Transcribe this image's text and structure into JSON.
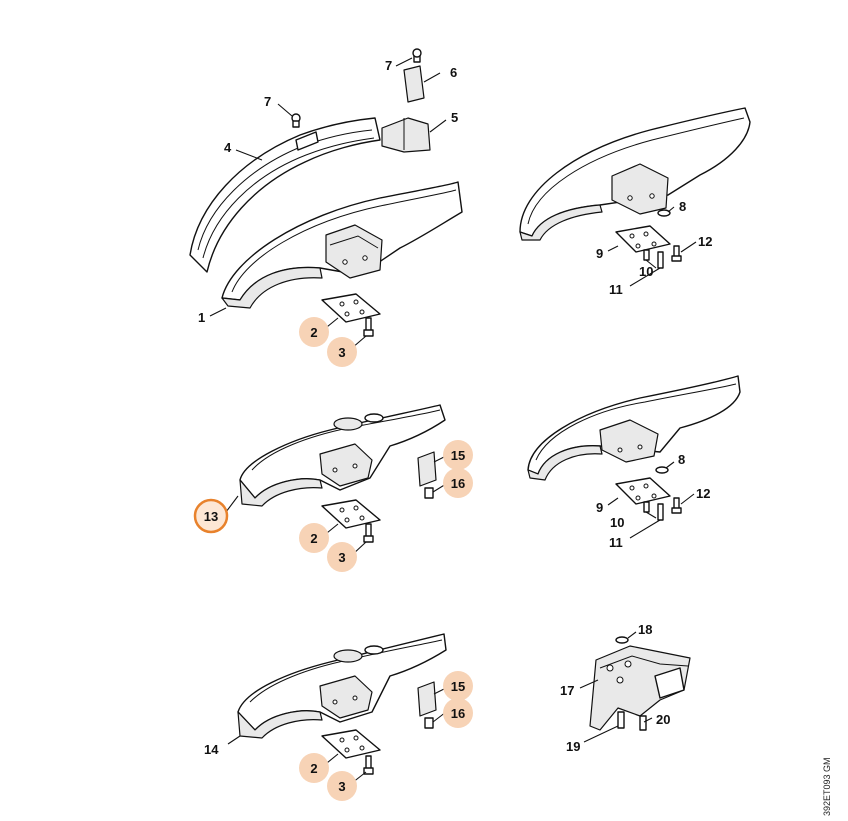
{
  "diagram_code": "392ET093 GM",
  "colors": {
    "highlight_fill": "#f7d3b6",
    "selected_stroke": "#e8822c",
    "selected_fill": "#fde7d5"
  },
  "callouts": [
    {
      "id": "c7a",
      "text": "7",
      "style": "plain"
    },
    {
      "id": "c6",
      "text": "6",
      "style": "plain"
    },
    {
      "id": "c7b",
      "text": "7",
      "style": "plain"
    },
    {
      "id": "c5",
      "text": "5",
      "style": "plain"
    },
    {
      "id": "c4",
      "text": "4",
      "style": "plain"
    },
    {
      "id": "c1",
      "text": "1",
      "style": "plain"
    },
    {
      "id": "c2a",
      "text": "2",
      "style": "highlight"
    },
    {
      "id": "c3a",
      "text": "3",
      "style": "highlight"
    },
    {
      "id": "c8a",
      "text": "8",
      "style": "plain"
    },
    {
      "id": "c9a",
      "text": "9",
      "style": "plain"
    },
    {
      "id": "c12a",
      "text": "12",
      "style": "plain"
    },
    {
      "id": "c10a",
      "text": "10",
      "style": "plain"
    },
    {
      "id": "c11a",
      "text": "11",
      "style": "plain"
    },
    {
      "id": "c15a",
      "text": "15",
      "style": "highlight"
    },
    {
      "id": "c16a",
      "text": "16",
      "style": "highlight"
    },
    {
      "id": "c13",
      "text": "13",
      "style": "selected"
    },
    {
      "id": "c2b",
      "text": "2",
      "style": "highlight"
    },
    {
      "id": "c3b",
      "text": "3",
      "style": "highlight"
    },
    {
      "id": "c8b",
      "text": "8",
      "style": "plain"
    },
    {
      "id": "c9b",
      "text": "9",
      "style": "plain"
    },
    {
      "id": "c12b",
      "text": "12",
      "style": "plain"
    },
    {
      "id": "c10b",
      "text": "10",
      "style": "plain"
    },
    {
      "id": "c11b",
      "text": "11",
      "style": "plain"
    },
    {
      "id": "c18",
      "text": "18",
      "style": "plain"
    },
    {
      "id": "c15b",
      "text": "15",
      "style": "highlight"
    },
    {
      "id": "c16b",
      "text": "16",
      "style": "highlight"
    },
    {
      "id": "c17",
      "text": "17",
      "style": "plain"
    },
    {
      "id": "c14",
      "text": "14",
      "style": "plain"
    },
    {
      "id": "c20",
      "text": "20",
      "style": "plain"
    },
    {
      "id": "c19",
      "text": "19",
      "style": "plain"
    },
    {
      "id": "c2c",
      "text": "2",
      "style": "highlight"
    },
    {
      "id": "c3c",
      "text": "3",
      "style": "highlight"
    }
  ]
}
